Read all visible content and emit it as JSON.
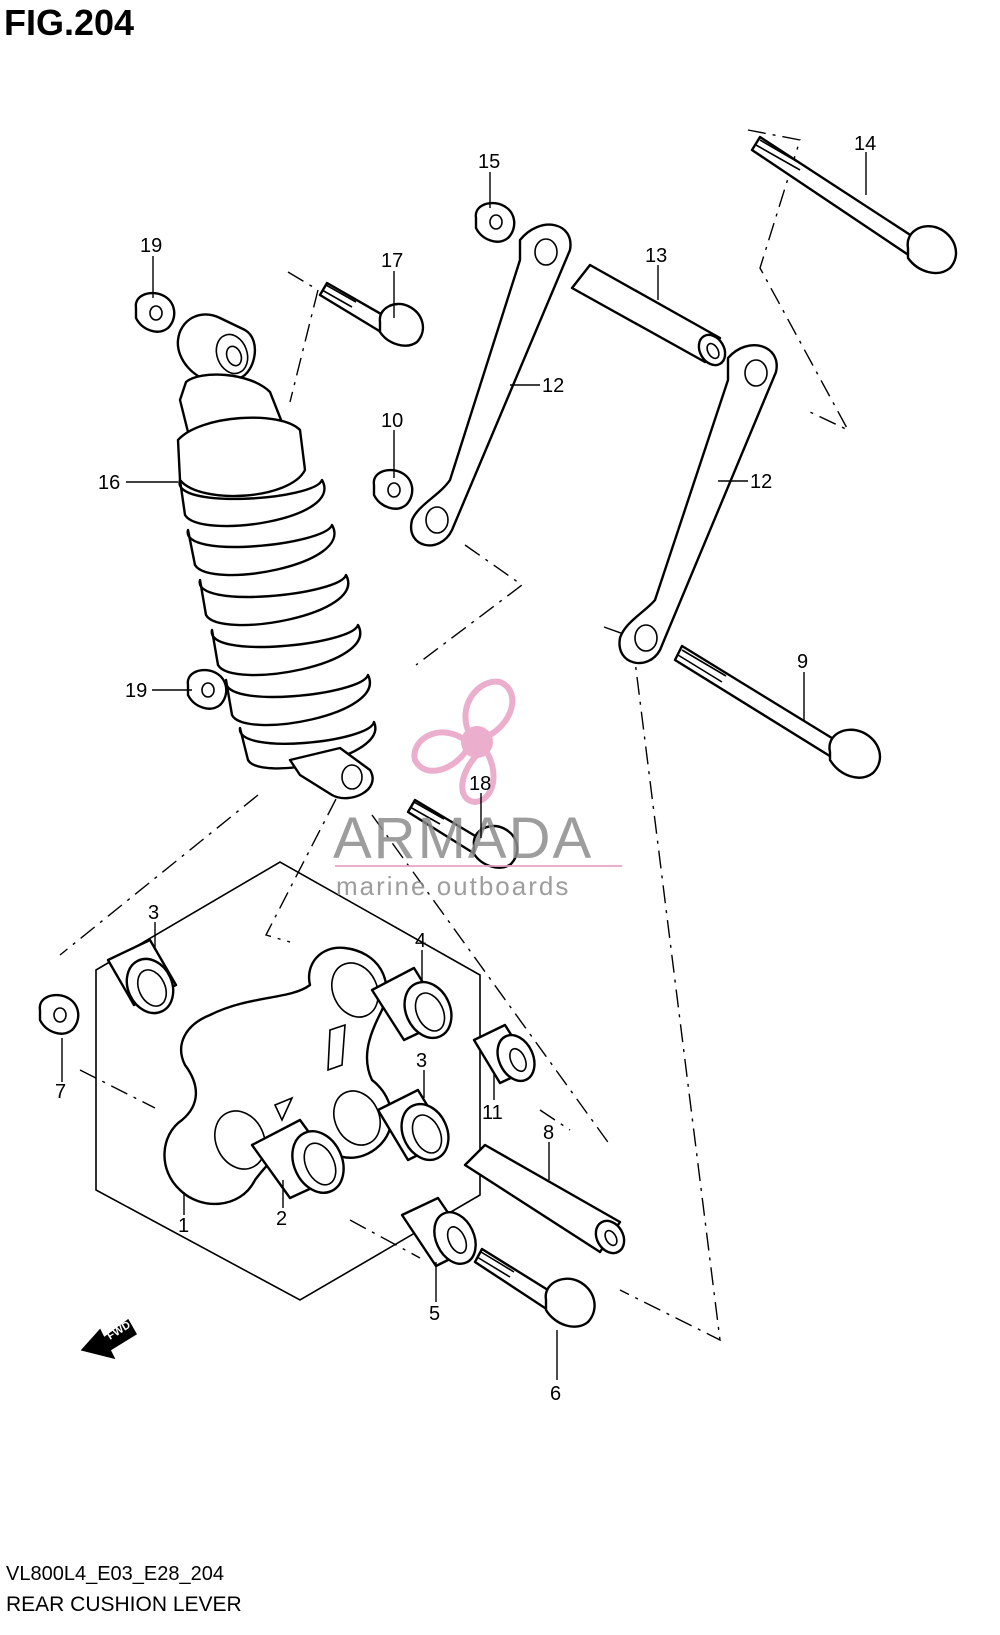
{
  "figure": {
    "title": "FIG.204",
    "code": "VL800L4_E03_E28_204",
    "name": "REAR CUSHION LEVER"
  },
  "watermark": {
    "brand": "ARMADA",
    "tagline": "marine outboards",
    "brand_color": "#e8a0c4",
    "text_color": "#8c8c8c"
  },
  "direction_badge": "FWD",
  "callouts": {
    "c1": "1",
    "c2": "2",
    "c3a": "3",
    "c3b": "3",
    "c4": "4",
    "c5": "5",
    "c6": "6",
    "c7": "7",
    "c8": "8",
    "c9": "9",
    "c10": "10",
    "c11": "11",
    "c12a": "12",
    "c12b": "12",
    "c13": "13",
    "c14": "14",
    "c15": "15",
    "c16": "16",
    "c17": "17",
    "c18": "18",
    "c19a": "19",
    "c19b": "19"
  }
}
